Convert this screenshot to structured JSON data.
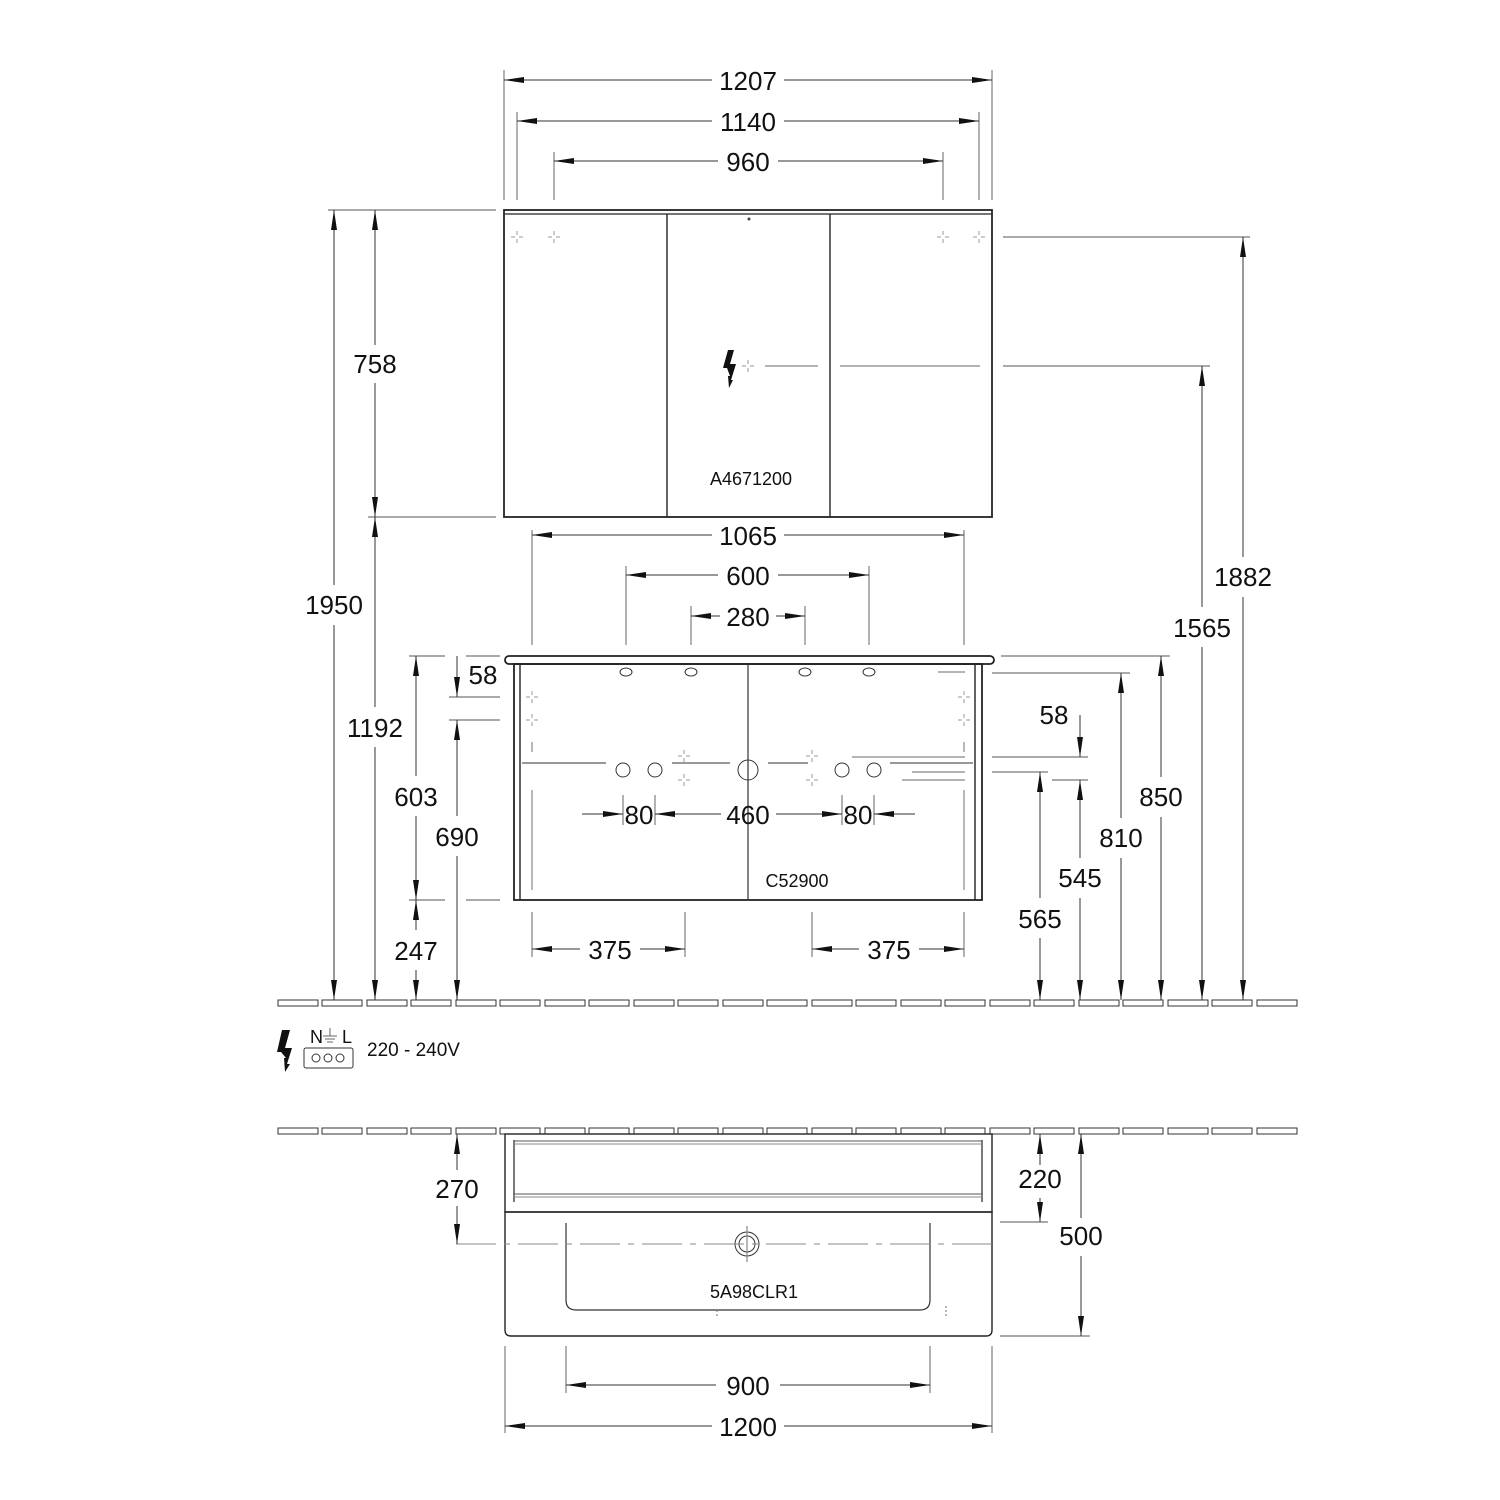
{
  "drawing": {
    "type": "technical dimension drawing",
    "units": "mm",
    "components": [
      {
        "name": "mirror_cabinet",
        "code": "A4671200"
      },
      {
        "name": "vanity_unit",
        "code": "C52900"
      },
      {
        "name": "washbasin",
        "code": "5A98CLR1"
      }
    ]
  },
  "mirror_cabinet": {
    "code": "A4671200",
    "width_total": "1207",
    "width_mount_outer": "1140",
    "width_mount_inner": "960",
    "height": "758"
  },
  "vanity": {
    "code": "C52900",
    "width_1065": "1065",
    "width_600": "600",
    "width_280": "280",
    "top_58_left": "58",
    "h_603": "603",
    "h_690": "690",
    "h_247": "247",
    "spacing_80_left": "80",
    "spacing_460": "460",
    "spacing_80_right": "80",
    "drawer_375_left": "375",
    "drawer_375_right": "375",
    "top_58_right": "58",
    "h_565": "565",
    "h_545": "545",
    "h_810": "810",
    "h_850": "850"
  },
  "overall_heights": {
    "h_1950": "1950",
    "h_1192": "1192",
    "h_1565": "1565",
    "h_1882": "1882"
  },
  "electrical": {
    "icon": "lightning-icon",
    "terminal_labels": {
      "n": "N",
      "earth": "⏚",
      "l": "L"
    },
    "voltage": "220 - 240V"
  },
  "plan_view": {
    "code": "5A98CLR1",
    "depth_270": "270",
    "depth_220": "220",
    "depth_500": "500",
    "width_900": "900",
    "width_1200": "1200"
  }
}
